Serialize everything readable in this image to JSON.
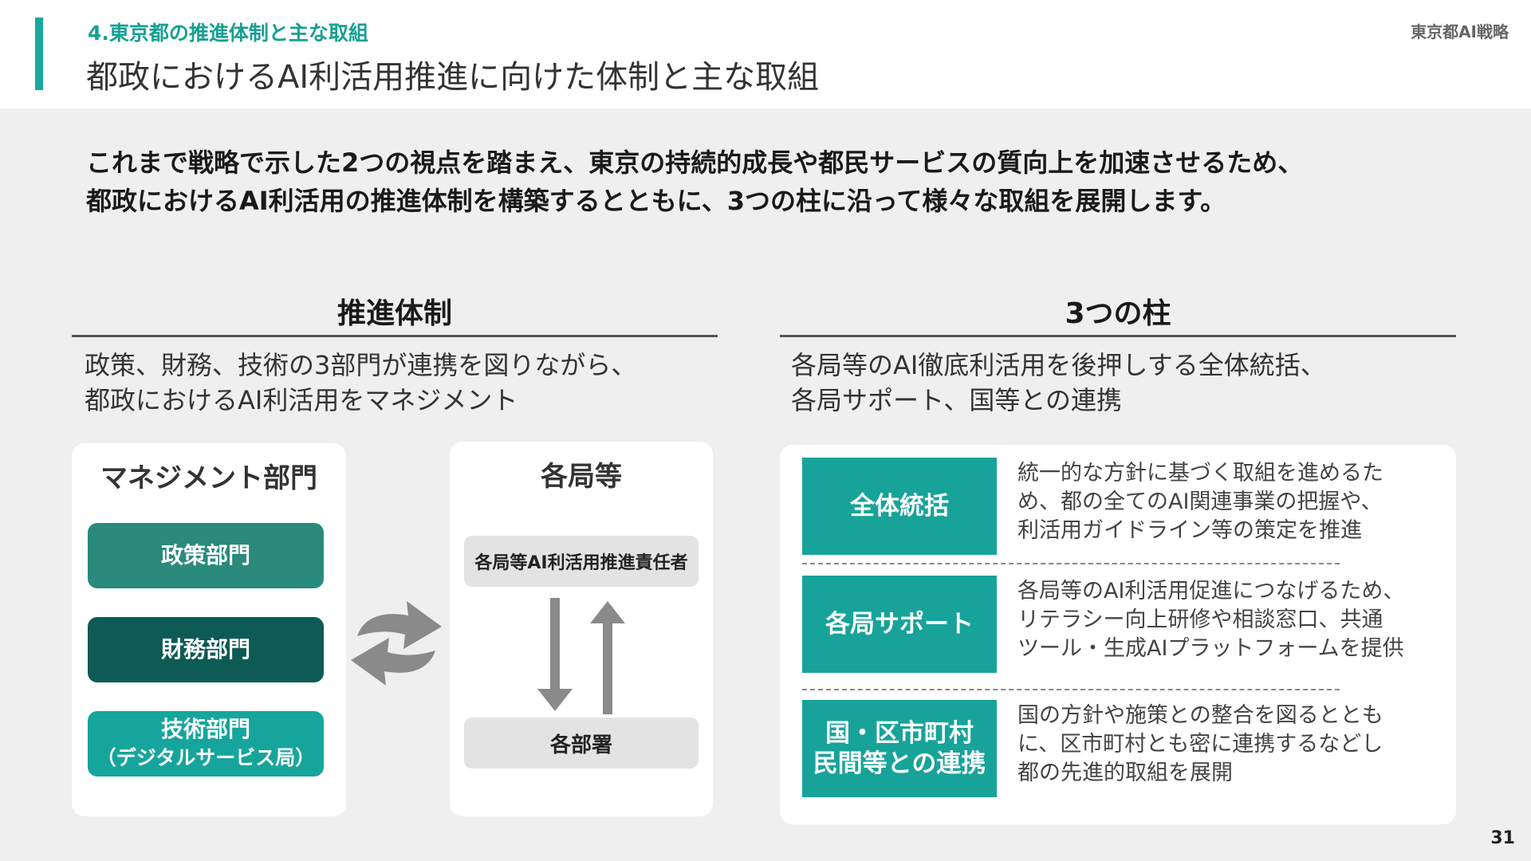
{
  "header": {
    "section_label": "4.東京都の推進体制と主な取組",
    "title": "都政におけるAI利活用推進に向けた体制と主な取組",
    "doc_tag": "東京都AI戦略"
  },
  "lead": {
    "line1": "これまで戦略で示した2つの視点を踏まえ、東京の持続的成長や都民サービスの質向上を加速させるため、",
    "line2": "都政におけるAI利活用の推進体制を構築するとともに、3つの柱に沿って様々な取組を展開します。"
  },
  "left": {
    "heading": "推進体制",
    "desc_line1": "政策、財務、技術の3部門が連携を図りながら、",
    "desc_line2": "都政におけるAI利活用をマネジメント",
    "management": {
      "title": "マネジメント部門",
      "departments": [
        {
          "label": "政策部門",
          "sub": ""
        },
        {
          "label": "財務部門",
          "sub": ""
        },
        {
          "label": "技術部門",
          "sub": "（デジタルサービス局）"
        }
      ]
    },
    "bureaus": {
      "title": "各局等",
      "top_box": "各局等AI利活用推進責任者",
      "bottom_box": "各部署"
    }
  },
  "right": {
    "heading": "3つの柱",
    "desc_line1": "各局等のAI徹底利活用を後押しする全体統括、",
    "desc_line2": "各局サポート、国等との連携",
    "pillars": [
      {
        "label_lines": [
          "全体統括"
        ],
        "desc_lines": [
          "統一的な方針に基づく取組を進めるた",
          "め、都の全てのAI関連事業の把握や、",
          "利活用ガイドライン等の策定を推進"
        ]
      },
      {
        "label_lines": [
          "各局サポート"
        ],
        "desc_lines": [
          "各局等のAI利活用促進につなげるため、",
          "リテラシー向上研修や相談窓口、共通",
          "ツール・生成AIプラットフォームを提供"
        ]
      },
      {
        "label_lines": [
          "国・区市町村",
          "民間等との連携"
        ],
        "desc_lines": [
          "国の方針や施策との整合を図るととも",
          "に、区市町村とも密に連携するなどし",
          "都の先進的取組を展開"
        ]
      }
    ]
  },
  "colors": {
    "accent": "#19a89e",
    "dept_policy": "#2a8a7c",
    "dept_finance": "#0e5a55",
    "dept_tech": "#16a59c",
    "pillar": "#17a39a",
    "arrow": "#8a8a8a"
  },
  "icons": {
    "cycle": "cycle-arrows-icon",
    "down": "arrow-down-icon",
    "up": "arrow-up-icon"
  },
  "page_number": "31"
}
